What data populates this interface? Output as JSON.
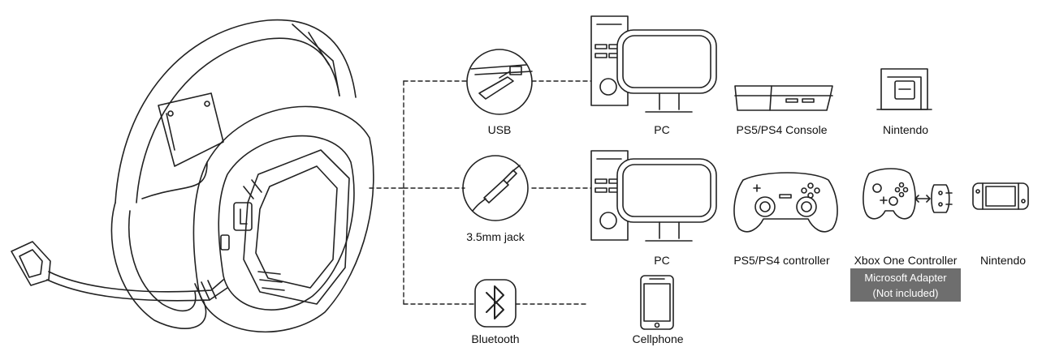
{
  "connections": {
    "usb": "USB",
    "jack": "3.5mm jack",
    "bluetooth": "Bluetooth"
  },
  "devices": {
    "pc_top": "PC",
    "ps_console": "PS5/PS4 Console",
    "nintendo_top": "Nintendo",
    "pc_mid": "PC",
    "ps_controller": "PS5/PS4 controller",
    "xbox_controller": "Xbox One Controller",
    "nintendo_mid": "Nintendo",
    "cellphone": "Cellphone"
  },
  "adapter_note": {
    "line1": "Microsoft Adapter",
    "line2": "(Not included)"
  },
  "colors": {
    "line": "#222222",
    "badge": "#6e6e6e"
  }
}
